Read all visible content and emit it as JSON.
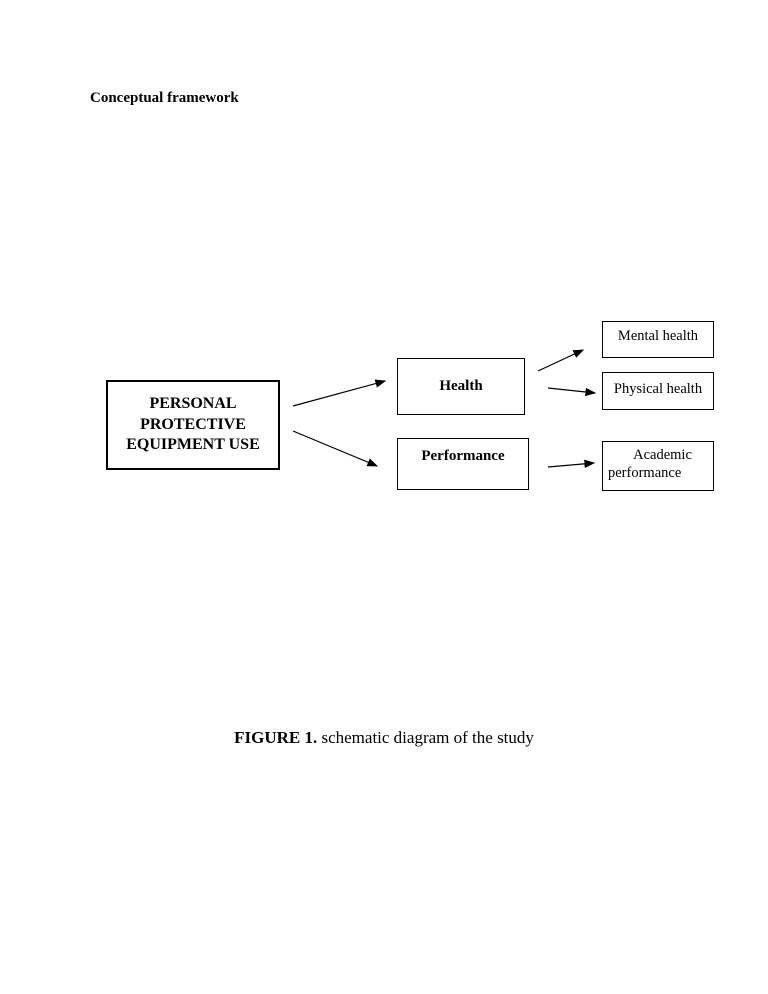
{
  "page": {
    "heading": "Conceptual framework",
    "caption": {
      "label": "FIGURE 1.",
      "text": " schematic diagram of the study"
    }
  },
  "diagram": {
    "nodes": {
      "ppe": {
        "lines": [
          "PERSONAL",
          "PROTECTIVE",
          "EQUIPMENT USE"
        ]
      },
      "health": {
        "label": "Health"
      },
      "performance": {
        "label": "Performance"
      },
      "mental": {
        "label": "Mental health"
      },
      "physical": {
        "label": "Physical health"
      },
      "academic": {
        "line1": "Academic",
        "line2": "performance"
      }
    },
    "edges": [
      {
        "from": "PERSONAL PROTECTIVE EQUIPMENT USE",
        "to": "Health"
      },
      {
        "from": "PERSONAL PROTECTIVE EQUIPMENT USE",
        "to": "Performance"
      },
      {
        "from": "Health",
        "to": "Mental health"
      },
      {
        "from": "Health",
        "to": "Physical health"
      },
      {
        "from": "Performance",
        "to": "Academic performance"
      }
    ]
  },
  "colors": {
    "background": "#ffffff",
    "text": "#000000",
    "box_border": "#000000",
    "arrow": "#000000"
  }
}
